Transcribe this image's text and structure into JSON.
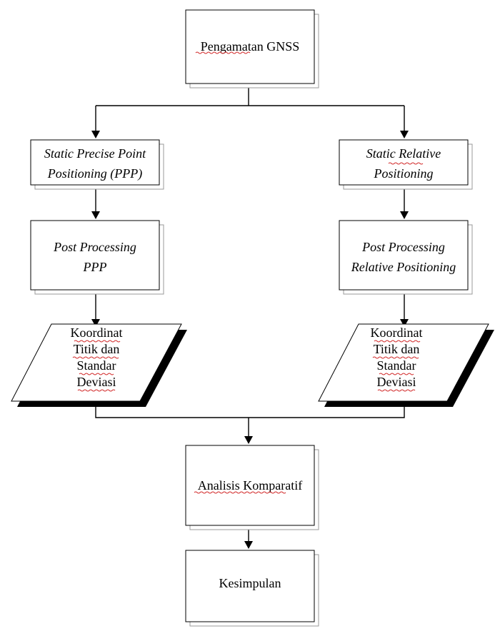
{
  "nodes": {
    "gnss_observation": {
      "lines": [
        "Pengamatan GNSS"
      ],
      "italic": false
    },
    "static_ppp": {
      "lines": [
        "Static Precise Point",
        "Positioning (PPP)"
      ],
      "italic": true
    },
    "static_relative": {
      "lines": [
        "Static Relative",
        "Positioning"
      ],
      "italic": true
    },
    "post_processing_ppp": {
      "lines": [
        "Post Processing",
        "PPP"
      ],
      "italic": true
    },
    "post_processing_relative": {
      "lines": [
        "Post Processing",
        "Relative Positioning"
      ],
      "italic": true
    },
    "coordinates_left": {
      "lines": [
        "Koordinat",
        "Titik dan",
        "Standar",
        "Deviasi"
      ],
      "italic": false
    },
    "coordinates_right": {
      "lines": [
        "Koordinat",
        "Titik dan",
        "Standar",
        "Deviasi"
      ],
      "italic": false
    },
    "comparative_analysis": {
      "lines": [
        "Analisis Komparatif"
      ],
      "italic": false
    },
    "conclusion": {
      "lines": [
        "Kesimpulan"
      ],
      "italic": false
    }
  },
  "colors": {
    "line": "#000000",
    "shadow": "#000000",
    "spellcheck": "#d22b2b"
  }
}
